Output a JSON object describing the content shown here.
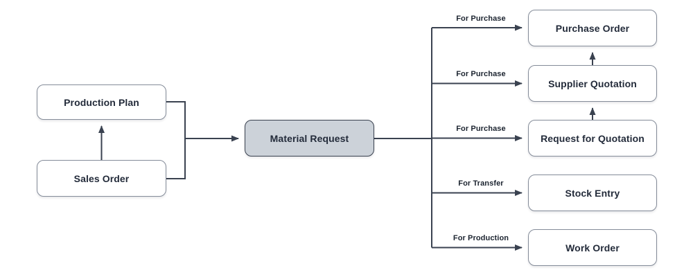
{
  "nodes": {
    "production_plan": "Production Plan",
    "sales_order": "Sales Order",
    "material_request": "Material Request",
    "purchase_order": "Purchase Order",
    "supplier_quotation": "Supplier Quotation",
    "request_for_quotation": "Request for Quotation",
    "stock_entry": "Stock Entry",
    "work_order": "Work Order"
  },
  "edge_labels": {
    "purchase_order": "For Purchase",
    "supplier_quotation": "For Purchase",
    "request_for_quotation": "For Purchase",
    "stock_entry": "For Transfer",
    "work_order": "For Production"
  },
  "colors": {
    "line": "#3a4250",
    "node-border": "#848c99",
    "node-fill": "#ffffff",
    "highlight-fill": "#ccd2d9",
    "highlight-border": "#39414f",
    "text": "#232b3a",
    "canvas": "#ffffff"
  }
}
